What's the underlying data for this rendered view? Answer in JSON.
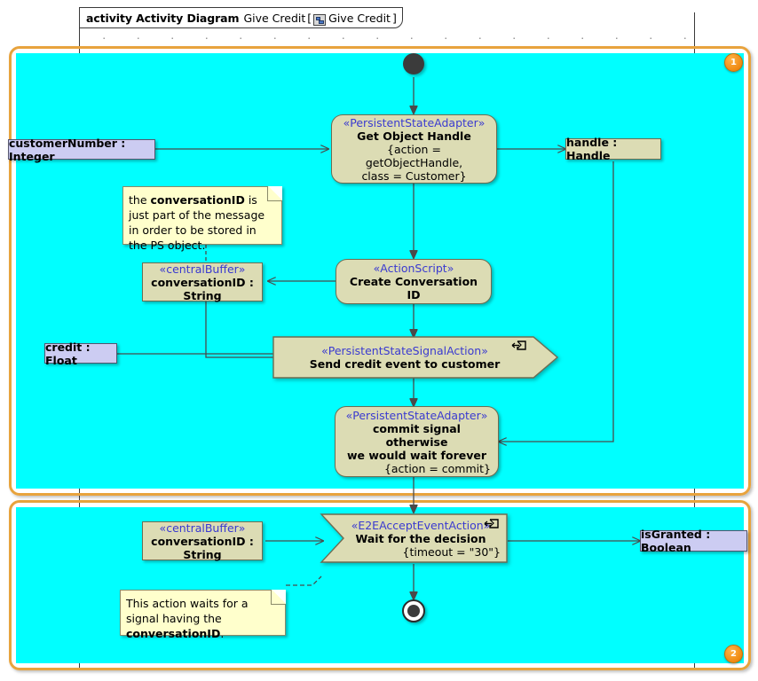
{
  "diagram": {
    "frame": {
      "keyword": "activity Activity Diagram",
      "name": "Give Credit",
      "bracket_open": "[",
      "icon": "activity-diagram-icon",
      "inner_name": "Give Credit",
      "bracket_close": "]"
    },
    "partitions": [
      {
        "badge": "1"
      },
      {
        "badge": "2"
      }
    ],
    "colors": {
      "action_fill": "#dcdcb4",
      "action_stroke": "#6d6d52",
      "pin_fill": "#ccccf2",
      "note_fill": "#ffffcc",
      "partition_border": "#e8a33d",
      "partition_fill": "#00ffff",
      "stereotype_text": "#3a3ad0",
      "badge_fill": "#ef8a12"
    },
    "nodes": {
      "initial": {
        "kind": "initial-node"
      },
      "final": {
        "kind": "activity-final-node"
      },
      "get_object_handle": {
        "stereotype": "«PersistentStateAdapter»",
        "name": "Get Object Handle",
        "props_line1": "{action = getObjectHandle,",
        "props_line2": "class = Customer}"
      },
      "create_conversation_id": {
        "stereotype": "«ActionScript»",
        "name": "Create Conversation ID"
      },
      "send_credit_event": {
        "stereotype": "«PersistentStateSignalAction»",
        "name": "Send credit event to customer",
        "icon": "send-signal-icon"
      },
      "commit_signal": {
        "stereotype": "«PersistentStateAdapter»",
        "name_line1": "commit signal otherwise",
        "name_line2": "we would wait forever",
        "props": "{action = commit}"
      },
      "wait_for_decision": {
        "stereotype": "«E2EAcceptEventAction»",
        "name": "Wait for the decision",
        "props": "{timeout = \"30\"}",
        "icon": "accept-event-icon"
      },
      "central_buffer_top": {
        "stereotype": "«centralBuffer»",
        "name": "conversationID : String"
      },
      "central_buffer_bottom": {
        "stereotype": "«centralBuffer»",
        "name": "conversationID : String"
      }
    },
    "pins": {
      "customer_number": "customerNumber : Integer",
      "handle": "handle : Handle",
      "credit": "credit : Float",
      "is_granted": "isGranted : Boolean"
    },
    "notes": {
      "conversation_id_note": {
        "part1": "the ",
        "bold1": "conversationID",
        "part2": " is just part of the message in order to be stored in the PS object."
      },
      "wait_signal_note": {
        "part1": "This action waits for a signal having the ",
        "bold1": "conversationID",
        "part2": "."
      }
    }
  }
}
